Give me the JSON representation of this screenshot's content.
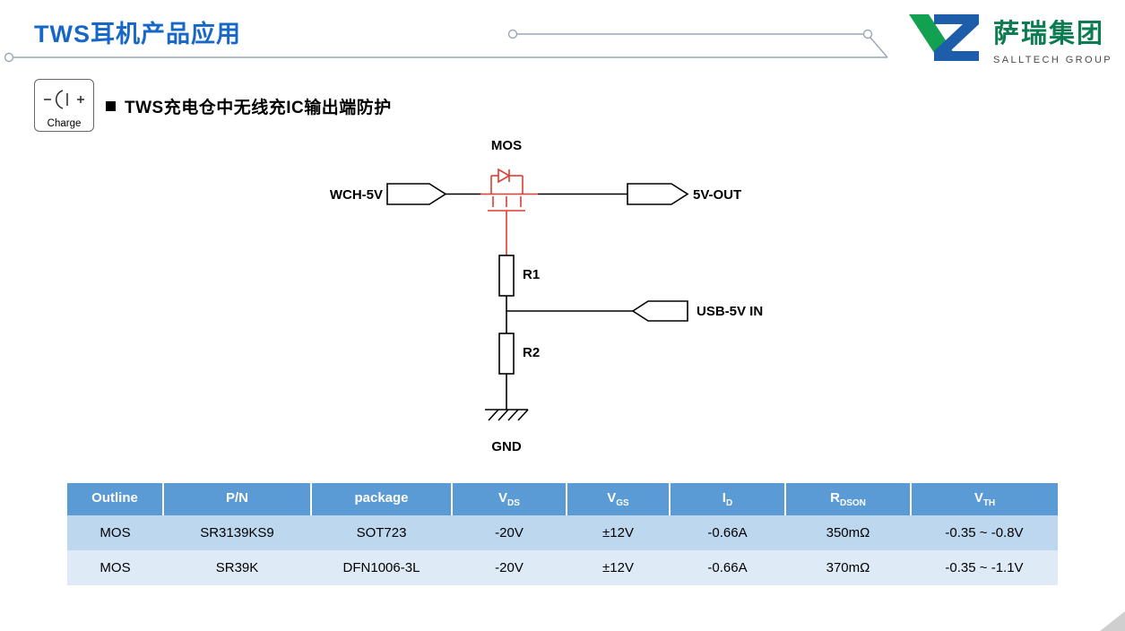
{
  "slide": {
    "title": "TWS耳机产品应用",
    "section_heading": "TWS充电仓中无线充IC输出端防护",
    "charge_icon_label": "Charge"
  },
  "logo": {
    "name": "萨瑞集团",
    "subtitle": "SALLTECH GROUP"
  },
  "circuit": {
    "mos_label": "MOS",
    "input_label": "WCH-5V",
    "output_label": "5V-OUT",
    "r1_label": "R1",
    "r2_label": "R2",
    "usb_label": "USB-5V IN",
    "gnd_label": "GND"
  },
  "table": {
    "headers": [
      {
        "t": "Outline",
        "s": ""
      },
      {
        "t": "P/N",
        "s": ""
      },
      {
        "t": "package",
        "s": ""
      },
      {
        "t": "V",
        "s": "DS"
      },
      {
        "t": "V",
        "s": "GS"
      },
      {
        "t": "I",
        "s": "D"
      },
      {
        "t": "R",
        "s": "DSON"
      },
      {
        "t": "V",
        "s": "TH"
      }
    ],
    "rows": [
      [
        "MOS",
        "SR3139KS9",
        "SOT723",
        "-20V",
        "±12V",
        "-0.66A",
        "350mΩ",
        "-0.35 ~ -0.8V"
      ],
      [
        "MOS",
        "SR39K",
        "DFN1006-3L",
        "-20V",
        "±12V",
        "-0.66A",
        "370mΩ",
        "-0.35 ~ -1.1V"
      ]
    ]
  },
  "colors": {
    "title_blue": "#1667C6",
    "table_header_bg": "#5B9BD5",
    "table_row1_bg": "#BDD7EE",
    "table_row2_bg": "#DEEBF7",
    "circuit_red": "#E03C31",
    "logo_green": "#12A150",
    "logo_blue": "#1D5DA9",
    "logo_text_green": "#0E7C52",
    "deco_gray": "#9AA7B5"
  }
}
